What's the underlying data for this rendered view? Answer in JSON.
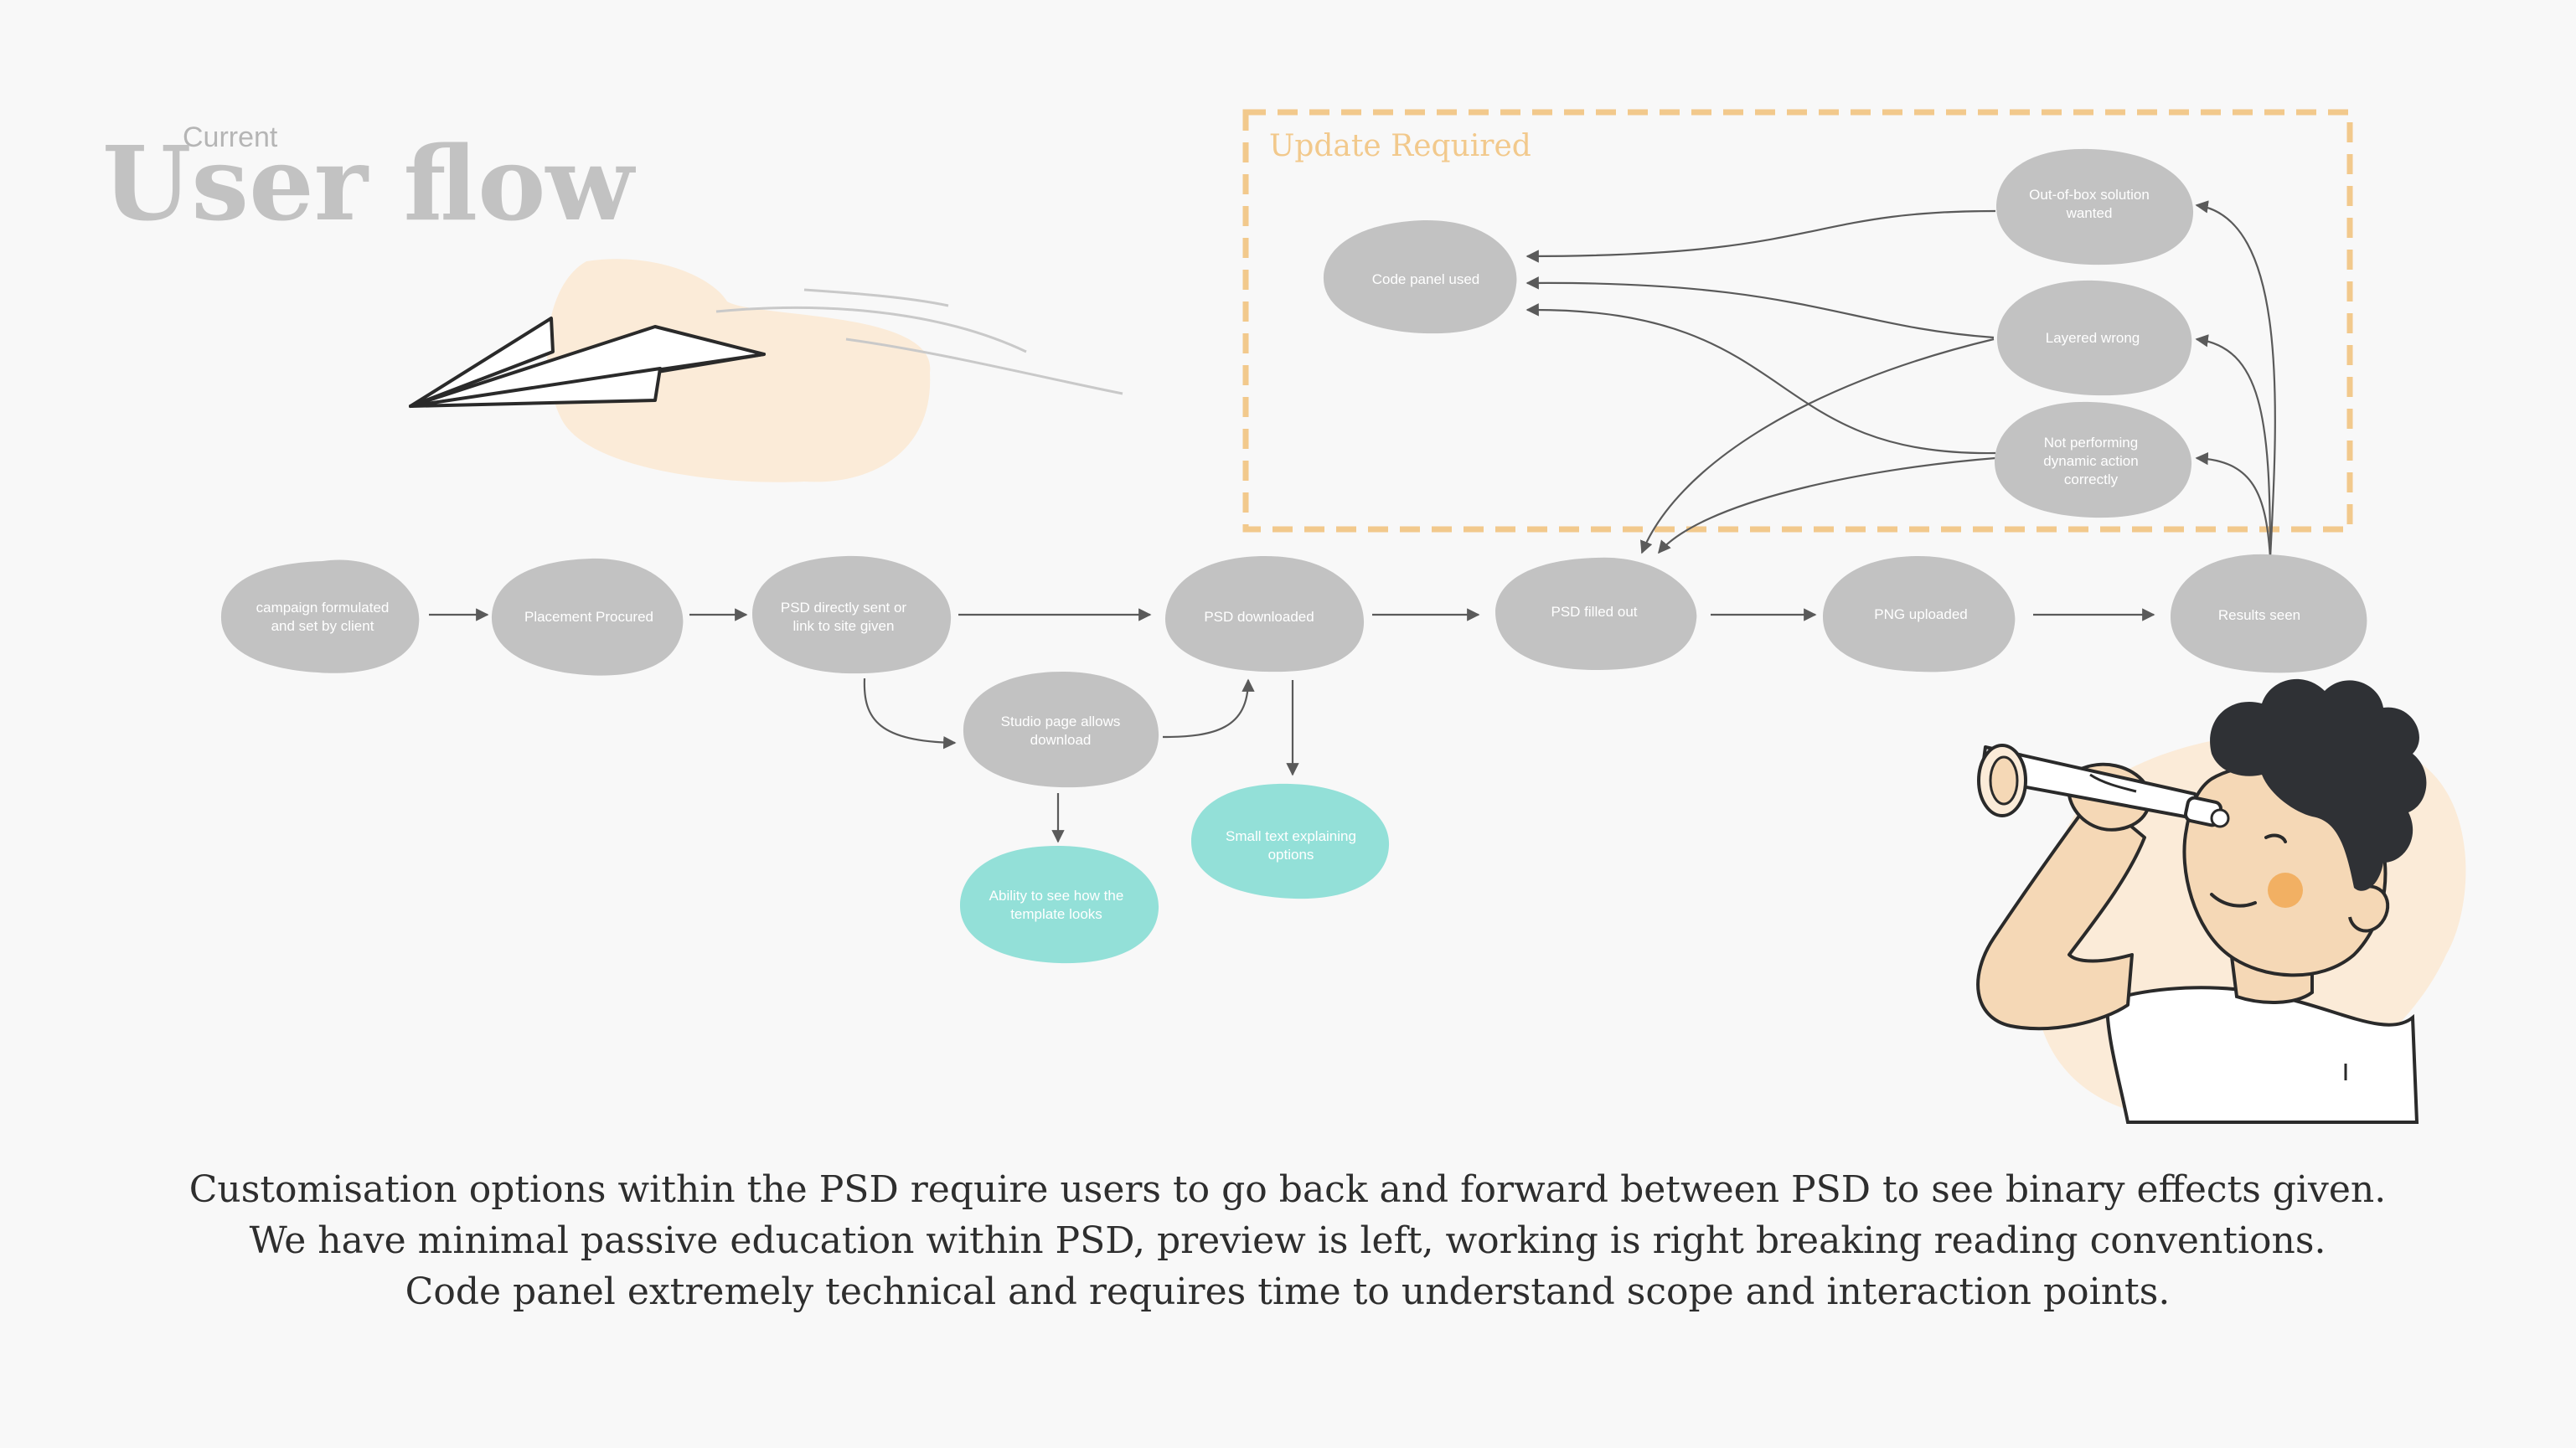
{
  "header": {
    "subtitle": "Current",
    "title": "User flow"
  },
  "update_box": {
    "label": "Update Required"
  },
  "nodes": {
    "campaign": [
      "campaign formulated",
      "and set by client"
    ],
    "placement": [
      "Placement Procured"
    ],
    "psd_sent": [
      "PSD directly sent or",
      "link to site given"
    ],
    "psd_downloaded": [
      "PSD downloaded"
    ],
    "psd_filled": [
      "PSD filled out"
    ],
    "png_uploaded": [
      "PNG uploaded"
    ],
    "results_seen": [
      "Results seen"
    ],
    "studio_page": [
      "Studio page allows",
      "download"
    ],
    "ability": [
      "Ability to see how the",
      "template looks"
    ],
    "small_text": [
      "Small text explaining",
      "options"
    ],
    "code_panel": [
      "Code panel used"
    ],
    "out_of_box": [
      "Out-of-box solution",
      "wanted"
    ],
    "layered_wrong": [
      "Layered wrong"
    ],
    "not_performing": [
      "Not performing",
      "dynamic action",
      "correctly"
    ]
  },
  "caption": {
    "line1": "Customisation options within the PSD require users to go back and forward between PSD to see binary effects given.",
    "line2": "We have minimal passive education within PSD, preview is left, working is right breaking reading conventions.",
    "line3": "Code panel extremely technical and requires time to understand scope and interaction points."
  },
  "colors": {
    "node_grey": "#c2c2c2",
    "node_teal": "#93e0d8",
    "update_dash": "#f2c98c",
    "illustration_peach": "#fbebd8"
  },
  "icons": [
    "paper-plane-illustration",
    "person-with-telescope-illustration"
  ]
}
